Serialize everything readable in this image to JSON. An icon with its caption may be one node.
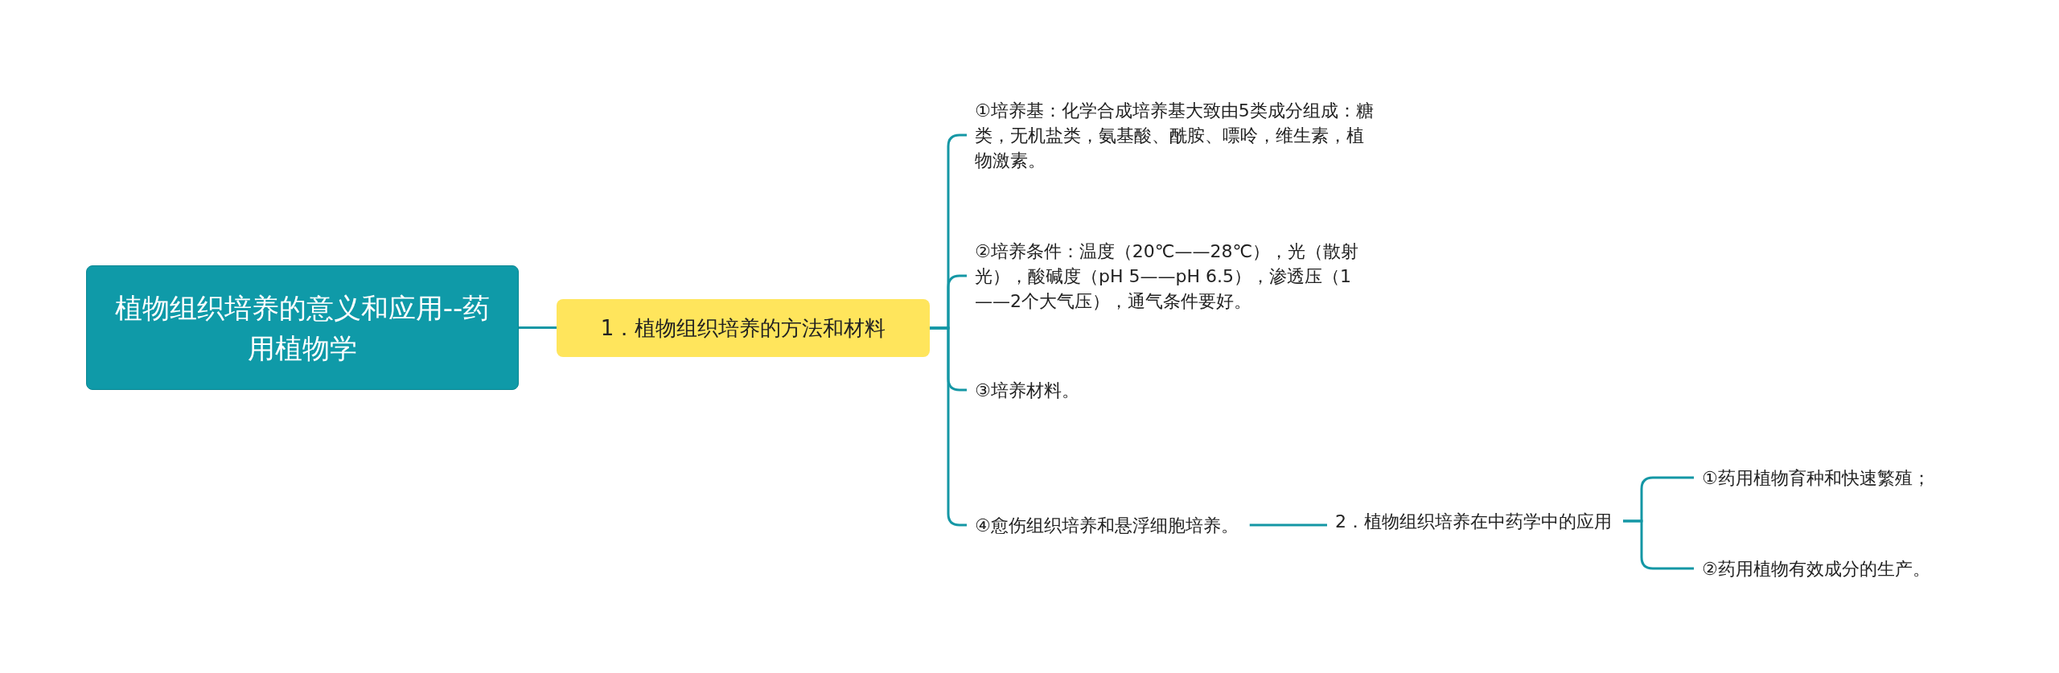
{
  "diagram": {
    "nodes": [
      {
        "text": [
          "植物组织培养的意义和应用--药用植物学"
        ]
      },
      {
        "text": [
          "1．植物组织培养的方法和材料"
        ]
      },
      {
        "text": [
          "①培养基：化学合成培养基大致由5类成分组成：糖类，无机盐类，氨基酸、酰胺、嘌呤，维生素，植物激素。"
        ]
      },
      {
        "text": [
          "②培养条件：温度（20℃——28℃），光（散射光），酸碱度（pH 5——pH 6.5），渗透压（1——2个大气压），通气条件要好。"
        ]
      },
      {
        "text": [
          "③培养材料。"
        ]
      },
      {
        "text": [
          "④愈伤组织培养和悬浮细胞培养。"
        ]
      },
      {
        "text": [
          "2．植物组织培养在中药学中的应用"
        ]
      },
      {
        "text": [
          "①药用植物育种和快速繁殖；"
        ]
      },
      {
        "text": [
          "②药用植物有效成分的生产。"
        ]
      }
    ],
    "edges": [
      {
        "from": 0,
        "to": 1,
        "arrow": "none"
      },
      {
        "from": 1,
        "to": 2,
        "arrow": "none"
      },
      {
        "from": 1,
        "to": 3,
        "arrow": "none"
      },
      {
        "from": 1,
        "to": 4,
        "arrow": "none"
      },
      {
        "from": 1,
        "to": 5,
        "arrow": "none"
      },
      {
        "from": 5,
        "to": 6,
        "arrow": "none"
      },
      {
        "from": 6,
        "to": 7,
        "arrow": "none"
      },
      {
        "from": 6,
        "to": 8,
        "arrow": "none"
      }
    ]
  }
}
